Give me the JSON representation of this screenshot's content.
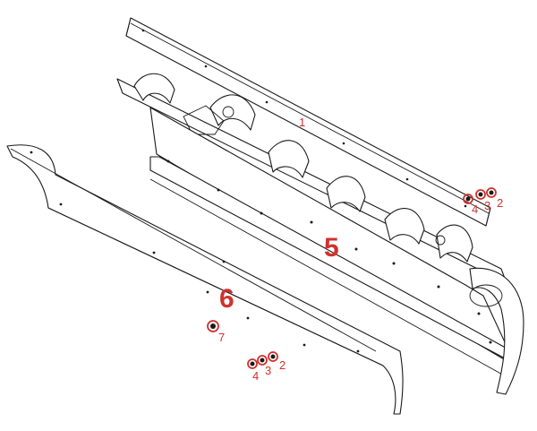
{
  "diagram": {
    "callouts": {
      "part1": "1",
      "part5": "5",
      "part6": "6",
      "part7": "7",
      "upper_washer": "4",
      "upper_lockwasher": "3",
      "upper_nut": "2",
      "lower_washer": "4",
      "lower_lockwasher": "3",
      "lower_nut": "2"
    },
    "colors": {
      "callout": "#d0312d",
      "linework": "#1a1a1a",
      "background": "#ffffff"
    }
  }
}
